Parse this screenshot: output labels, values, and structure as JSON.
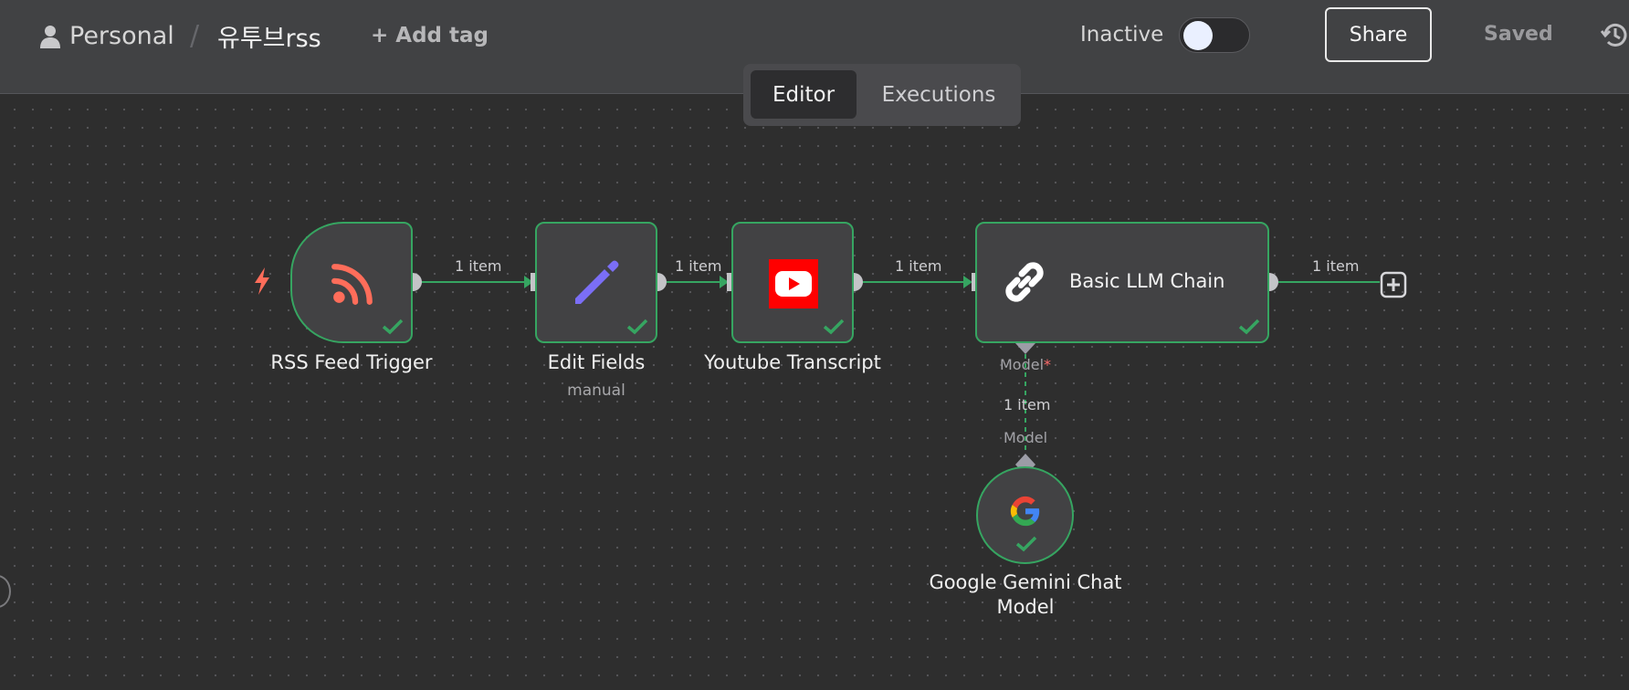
{
  "header": {
    "breadcrumb_project": "Personal",
    "breadcrumb_separator": "/",
    "workflow_name": "유투브rss",
    "add_tag_label": "+ Add tag",
    "status_label": "Inactive",
    "share_label": "Share",
    "saved_label": "Saved"
  },
  "tabs": [
    {
      "label": "Editor",
      "active": true
    },
    {
      "label": "Executions",
      "active": false
    }
  ],
  "nodes": {
    "rss": {
      "label": "RSS Feed Trigger",
      "icon": "rss-icon",
      "color": "#ff6d5a"
    },
    "edit": {
      "label": "Edit Fields",
      "sublabel": "manual",
      "icon": "pencil-icon",
      "color": "#7b6ef6"
    },
    "yt": {
      "label": "Youtube Transcript",
      "icon": "youtube-icon",
      "color": "#ff0000"
    },
    "llm": {
      "label": "Basic LLM Chain",
      "icon": "link-icon"
    },
    "gemini": {
      "label_line1": "Google Gemini Chat",
      "label_line2": "Model",
      "icon": "google-icon"
    }
  },
  "connections": {
    "rss_edit": "1 item",
    "edit_yt": "1 item",
    "yt_llm": "1 item",
    "llm_out": "1 item",
    "gem_llm": "1 item"
  },
  "ports": {
    "llm_model_input": "Model",
    "llm_model_required_mark": "*",
    "gem_model_output": "Model"
  },
  "colors": {
    "success": "#36a561",
    "canvas": "#2e2e2e",
    "node_bg": "#424244",
    "trigger": "#ff6d5a"
  }
}
